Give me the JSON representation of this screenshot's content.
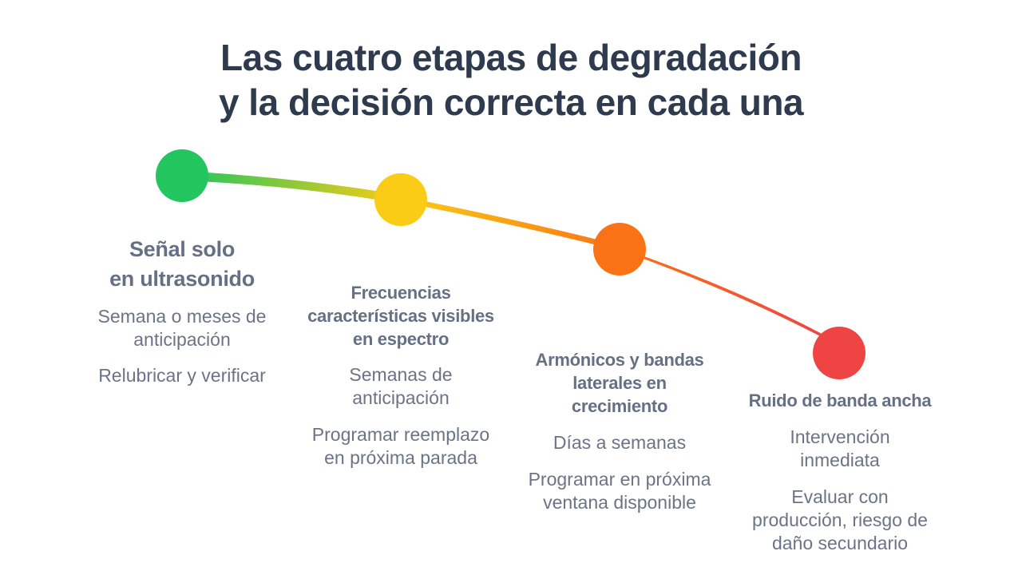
{
  "title": {
    "line1": "Las cuatro etapas de degradación",
    "line2": "y la decisión correcta en cada una"
  },
  "colors": {
    "stage1": "#22c55e",
    "stage2": "#facc15",
    "stage3": "#f97316",
    "stage4": "#ef4444",
    "title": "#2e3a4e",
    "text": "#6b7486"
  },
  "stages": [
    {
      "title": [
        "Señal solo",
        "en ultrasonido"
      ],
      "anticipation": [
        "Semana o meses de",
        "anticipación"
      ],
      "action": [
        "Relubricar y verificar"
      ]
    },
    {
      "title": [
        "Frecuencias",
        "características visibles",
        "en espectro"
      ],
      "anticipation": [
        "Semanas de",
        "anticipación"
      ],
      "action": [
        "Programar reemplazo",
        "en próxima parada"
      ]
    },
    {
      "title": [
        "Armónicos y bandas",
        "laterales en",
        "crecimiento"
      ],
      "anticipation": [
        "Días a semanas"
      ],
      "action": [
        "Programar en próxima",
        "ventana disponible"
      ]
    },
    {
      "title": [
        "Ruido de banda ancha"
      ],
      "anticipation": [
        "Intervención",
        "inmediata"
      ],
      "action": [
        "Evaluar con",
        "producción, riesgo de",
        "daño secundario"
      ]
    }
  ]
}
